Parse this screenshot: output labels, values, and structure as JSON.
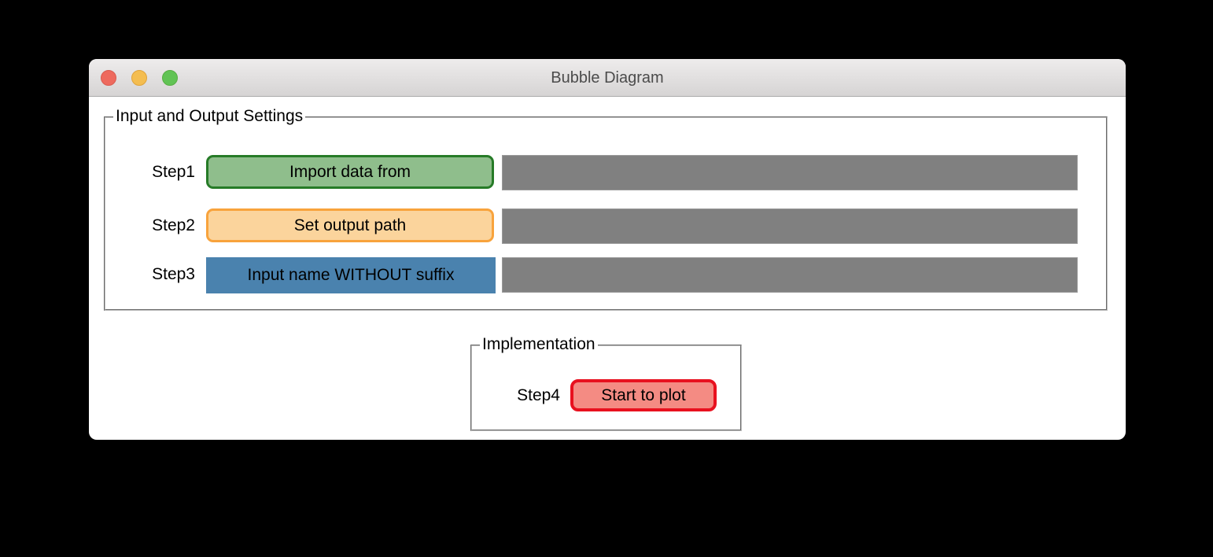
{
  "window": {
    "title": "Bubble Diagram",
    "traffic_lights": {
      "close_color": "#ee6a5e",
      "minimize_color": "#f4bd50",
      "zoom_color": "#61c354"
    }
  },
  "io_settings": {
    "title": "Input and Output Settings",
    "rows": [
      {
        "step": "Step1",
        "control": "Import data from",
        "control_type": "button",
        "fill": "#8fbe8c",
        "border": "#267b27",
        "value": ""
      },
      {
        "step": "Step2",
        "control": "Set output path",
        "control_type": "button",
        "fill": "#fbd49c",
        "border": "#f8a33c",
        "value": ""
      },
      {
        "step": "Step3",
        "control": "Input name WITHOUT suffix",
        "control_type": "label",
        "fill": "#4a82ae",
        "border": "",
        "value": ""
      }
    ],
    "entry_fill": "#808080"
  },
  "implementation": {
    "title": "Implementation",
    "step": "Step4",
    "button": {
      "label": "Start to plot",
      "fill": "#f48b83",
      "border": "#e8111f"
    }
  }
}
